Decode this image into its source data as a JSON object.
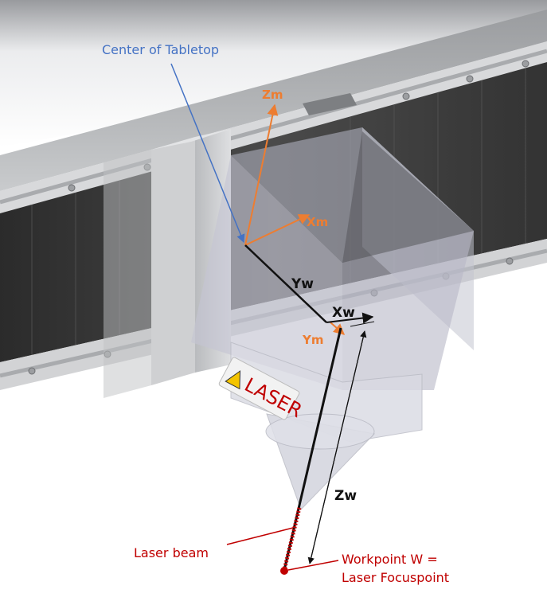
{
  "labels": {
    "center_of_tabletop": "Center of Tabletop",
    "laser_beam": "Laser beam",
    "workpoint_line1": "Workpoint W =",
    "workpoint_line2": "Laser Focuspoint",
    "laser_sign": "LASER"
  },
  "axes": {
    "machine": {
      "z": "Zm",
      "x": "Xm",
      "y": "Ym"
    },
    "workpoint": {
      "y": "Yw",
      "x": "Xw",
      "z": "Zw"
    }
  },
  "colors": {
    "annotation_blue": "#4472c4",
    "annotation_red": "#c00000",
    "machine_axes_orange": "#ed7d31",
    "workpoint_axes_black": "#111111",
    "rail_dark": "#3a3a3a",
    "housing_gray": "#c8c8cc"
  }
}
